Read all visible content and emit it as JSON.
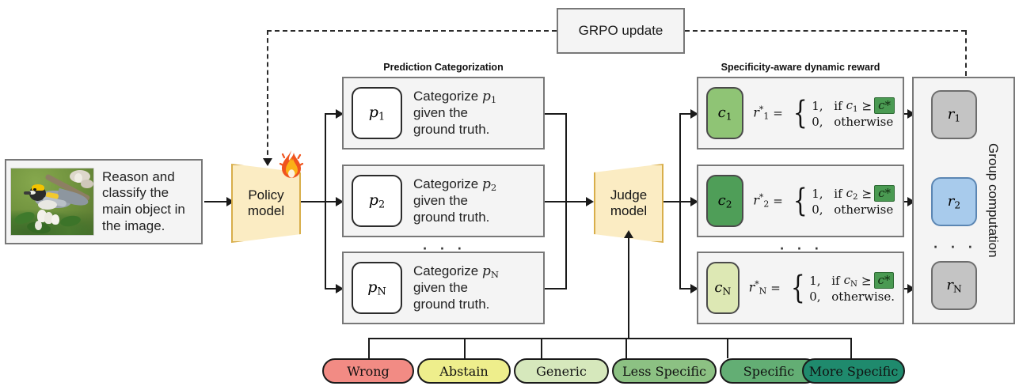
{
  "diagram": {
    "title": "GRPO specificity-aware reward pipeline",
    "grpo_update": {
      "label": "GRPO update"
    },
    "input": {
      "prompt": "Reason and classify the main object in the image.",
      "image_alt": "golden-winged warbler perched on a branch"
    },
    "models": {
      "policy": "Policy model",
      "judge": "Judge model",
      "fire_icon": "flame-icon"
    },
    "sections": {
      "prediction": "Prediction Categorization",
      "reward": "Specificity-aware dynamic reward",
      "group": "Group computation"
    },
    "prediction_rows": [
      {
        "token": "p",
        "index": "1",
        "text_a": "Categorize",
        "text_b": "given the",
        "text_c": "ground truth."
      },
      {
        "token": "p",
        "index": "2",
        "text_a": "Categorize",
        "text_b": "given the",
        "text_c": "ground truth."
      },
      {
        "token": "p",
        "index": "N",
        "text_a": "Categorize",
        "text_b": "given the",
        "text_c": "ground truth."
      }
    ],
    "reward_rows": [
      {
        "token": "c",
        "index": "1",
        "color": "#8fc475",
        "reward_symbol": "r",
        "case_one": "1,",
        "cond": "if",
        "rel": "⪰",
        "target": "c*",
        "case_zero": "0,",
        "otherwise": "otherwise"
      },
      {
        "token": "c",
        "index": "2",
        "color": "#4f9e58",
        "reward_symbol": "r",
        "case_one": "1,",
        "cond": "if",
        "rel": "⪰",
        "target": "c*",
        "case_zero": "0,",
        "otherwise": "otherwise"
      },
      {
        "token": "c",
        "index": "N",
        "color": "#dde8b4",
        "reward_symbol": "r",
        "case_one": "1,",
        "cond": "if",
        "rel": "⪰",
        "target": "c*",
        "case_zero": "0,",
        "otherwise": "otherwise."
      }
    ],
    "group_rows": [
      {
        "token": "r",
        "index": "1",
        "color": "#c4c4c4"
      },
      {
        "token": "r",
        "index": "2",
        "color": "#a8cbec"
      },
      {
        "token": "r",
        "index": "N",
        "color": "#c4c4c4"
      }
    ],
    "ellipsis": "· · ·",
    "legend": [
      {
        "label": "Wrong",
        "color": "#f28b84"
      },
      {
        "label": "Abstain",
        "color": "#eeee8c"
      },
      {
        "label": "Generic",
        "color": "#d6e8bc"
      },
      {
        "label": "Less Specific",
        "color": "#8cc183"
      },
      {
        "label": "Specific",
        "color": "#63ae74"
      },
      {
        "label": "More Specific",
        "color": "#1f8a6d"
      }
    ],
    "colors": {
      "model_fill": "#fbecc3",
      "model_stroke": "#d8ae4a",
      "panel_fill": "#f4f4f4",
      "panel_stroke": "#787878",
      "line": "#1a1a1a",
      "cstar": "#4a9a52"
    }
  }
}
